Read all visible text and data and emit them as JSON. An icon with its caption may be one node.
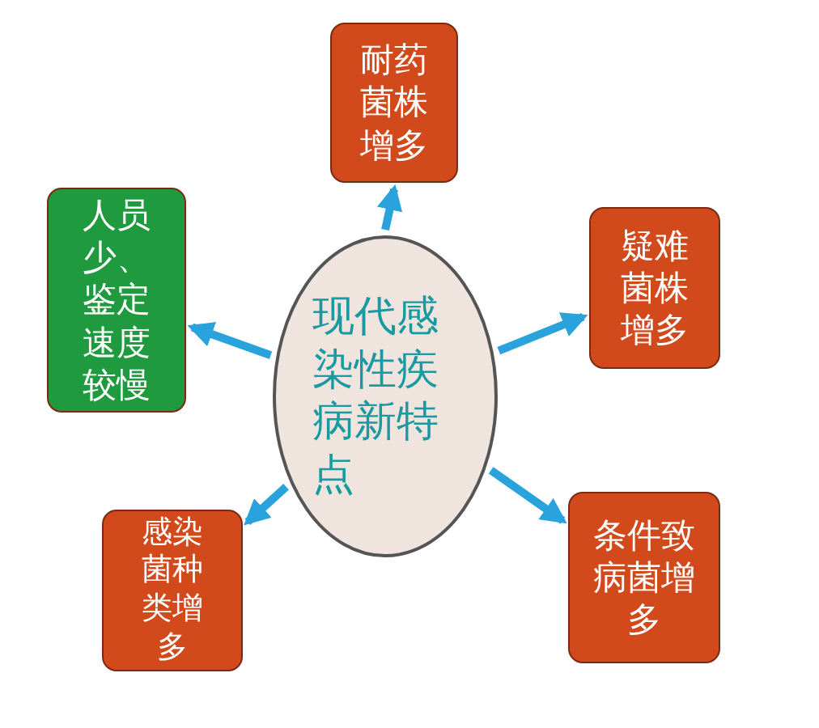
{
  "diagram": {
    "nodes": [
      {
        "text": [
          "现代感染性疾病新特点"
        ]
      },
      {
        "text": [
          "耐药菌株增多"
        ]
      },
      {
        "text": [
          "疑难菌株增多"
        ]
      },
      {
        "text": [
          "条件致病菌增多"
        ]
      },
      {
        "text": [
          "感染菌种类增多"
        ]
      },
      {
        "text": [
          "人员少、鉴定速度较慢"
        ]
      }
    ],
    "edges": [
      {
        "from": 0,
        "to": 1,
        "arrow": "to"
      },
      {
        "from": 0,
        "to": 2,
        "arrow": "to"
      },
      {
        "from": 0,
        "to": 3,
        "arrow": "to"
      },
      {
        "from": 0,
        "to": 4,
        "arrow": "to"
      },
      {
        "from": 0,
        "to": 5,
        "arrow": "to"
      }
    ]
  }
}
